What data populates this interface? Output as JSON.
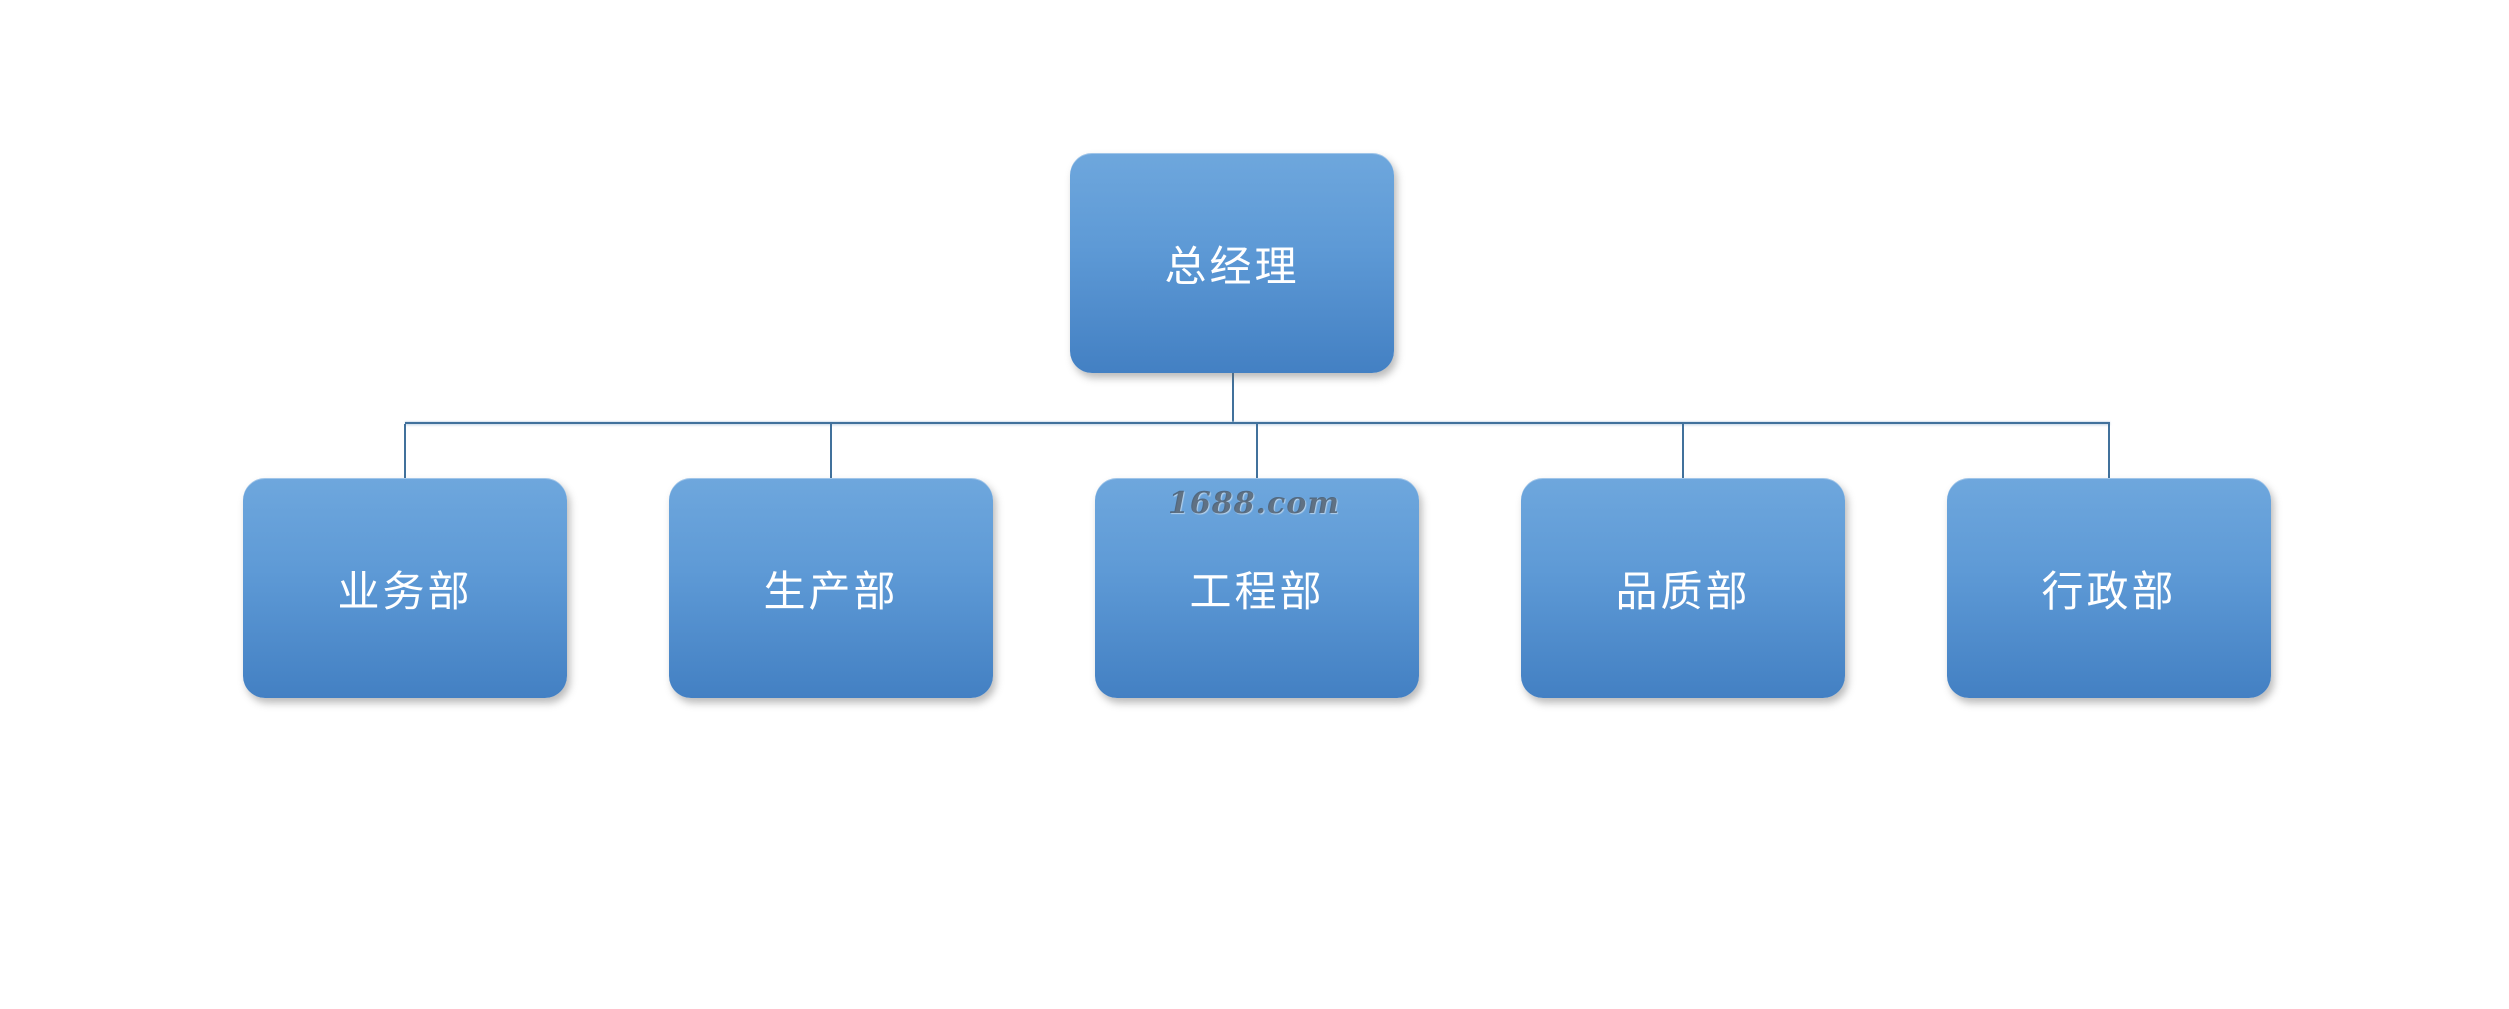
{
  "diagram": {
    "type": "org-chart",
    "root": {
      "id": "general-manager",
      "label": "总经理"
    },
    "children": [
      {
        "id": "business-dept",
        "label": "业务部"
      },
      {
        "id": "production-dept",
        "label": "生产部"
      },
      {
        "id": "engineering-dept",
        "label": "工程部"
      },
      {
        "id": "quality-dept",
        "label": "品质部"
      },
      {
        "id": "admin-dept",
        "label": "行政部"
      }
    ],
    "colors": {
      "node_fill_top": "#6EA7DD",
      "node_fill_bottom": "#4380C3",
      "node_text": "#FFFFFF",
      "connector": "#41719C",
      "background": "#FFFFFF",
      "watermark_text_color": "#485665"
    }
  },
  "watermark": {
    "text": "1688.com"
  }
}
